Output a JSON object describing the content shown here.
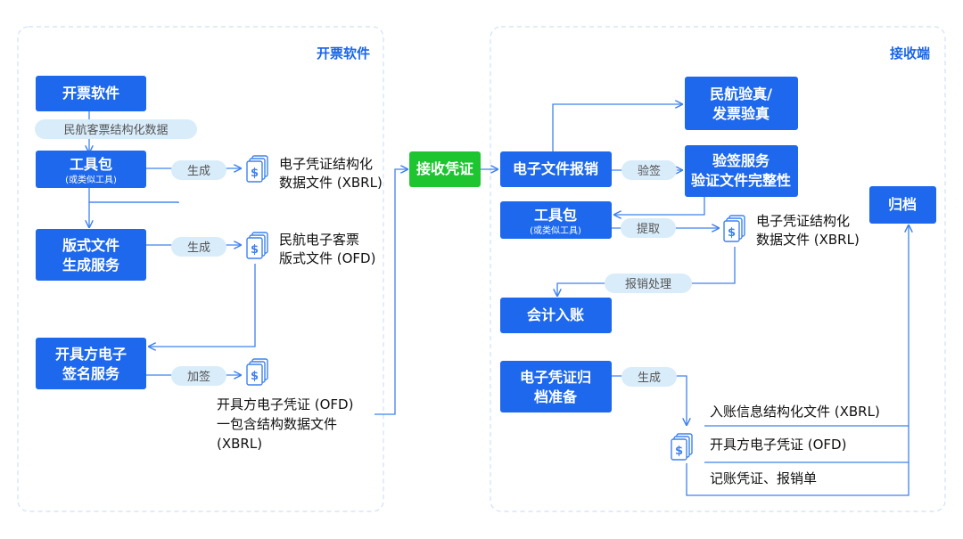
{
  "left_panel": {
    "title": "开票软件"
  },
  "right_panel": {
    "title": "接收端"
  },
  "left": {
    "issuing_software": "开票软件",
    "airline_data_pill": "民航客票结构化数据",
    "toolkit_title": "工具包",
    "toolkit_sub": "(或类似工具)",
    "generate_pill_1": "生成",
    "xbrl_doc_line1": "电子凭证结构化",
    "xbrl_doc_line2": "数据文件 (XBRL)",
    "layout_service_line1": "版式文件",
    "layout_service_line2": "生成服务",
    "generate_pill_2": "生成",
    "ofd_doc_line1": "民航电子客票",
    "ofd_doc_line2": "版式文件 (OFD)",
    "signing_line1": "开具方电子",
    "signing_line2": "签名服务",
    "sign_pill": "加签",
    "output_line1": "开具方电子凭证 (OFD)",
    "output_line2": "一包含结构数据文件",
    "output_line3": "(XBRL)"
  },
  "center": {
    "receive": "接收凭证"
  },
  "right": {
    "reimbursement": "电子文件报销",
    "verify_line1": "民航验真/",
    "verify_line2": "发票验真",
    "check_pill": "验签",
    "sig_service_line1": "验签服务",
    "sig_service_line2": "验证文件完整性",
    "toolkit_title": "工具包",
    "toolkit_sub": "(或类似工具)",
    "extract_pill": "提取",
    "xbrl_doc_line1": "电子凭证结构化",
    "xbrl_doc_line2": "数据文件 (XBRL)",
    "archive": "归档",
    "process_pill": "报销处理",
    "accounting": "会计入账",
    "archive_prep_line1": "电子凭证归",
    "archive_prep_line2": "档准备",
    "generate_pill": "生成",
    "file_1": "入账信息结构化文件 (XBRL)",
    "file_2": "开具方电子凭证 (OFD)",
    "file_3": "记账凭证、报销单"
  },
  "colors": {
    "box": "#1d68ec",
    "receive_box": "#1ec531",
    "pill": "#d9ecfa",
    "line": "#3f82ee",
    "panel_border": "#cfe1f5"
  },
  "icons": [
    "document-stack-icon"
  ]
}
